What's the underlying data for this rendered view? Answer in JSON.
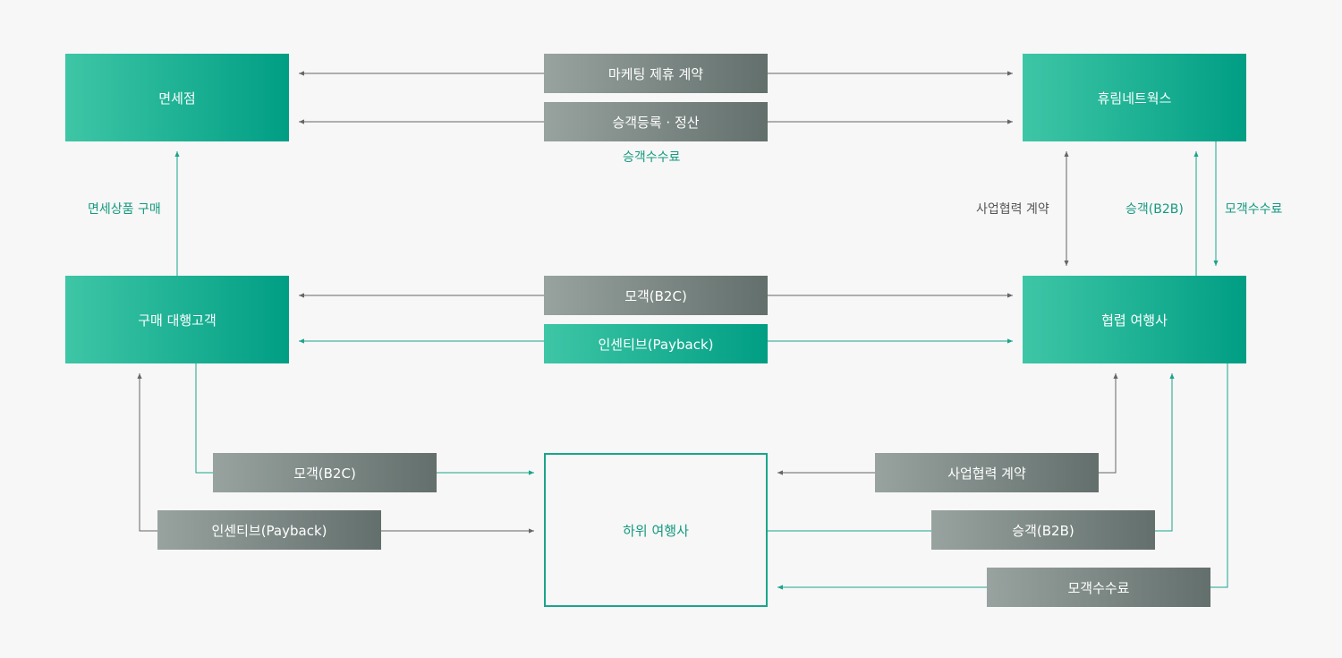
{
  "nodes": {
    "duty_free": "면세점",
    "hurim": "휴림네트웍스",
    "buyer": "구매 대행고객",
    "partner_agency": "협렵 여행사",
    "sub_agency": "하위 여행사"
  },
  "flows": {
    "marketing": "마케팅 제휴 계약",
    "register_settle": "승객등록 · 정산",
    "recruit_b2c_mid": "모객(B2C)",
    "incentive_mid": "인센티브(Payback)",
    "recruit_b2c_low": "모객(B2C)",
    "incentive_low": "인센티브(Payback)",
    "biz_contract_low": "사업협력 계약",
    "passenger_b2b_low": "승객(B2B)",
    "recruit_fee_low": "모객수수료"
  },
  "labels": {
    "passenger_fee": "승객수수료",
    "duty_free_purchase": "면세상품 구매",
    "biz_contract": "사업협력 계약",
    "passenger_b2b": "승객(B2B)",
    "recruit_fee": "모객수수료"
  },
  "colors": {
    "green_start": "#3ec6a6",
    "green_end": "#009e84",
    "gray_start": "#98a3a0",
    "gray_end": "#636f6c",
    "teal_line": "#1aa58b",
    "gray_line": "#666666"
  }
}
